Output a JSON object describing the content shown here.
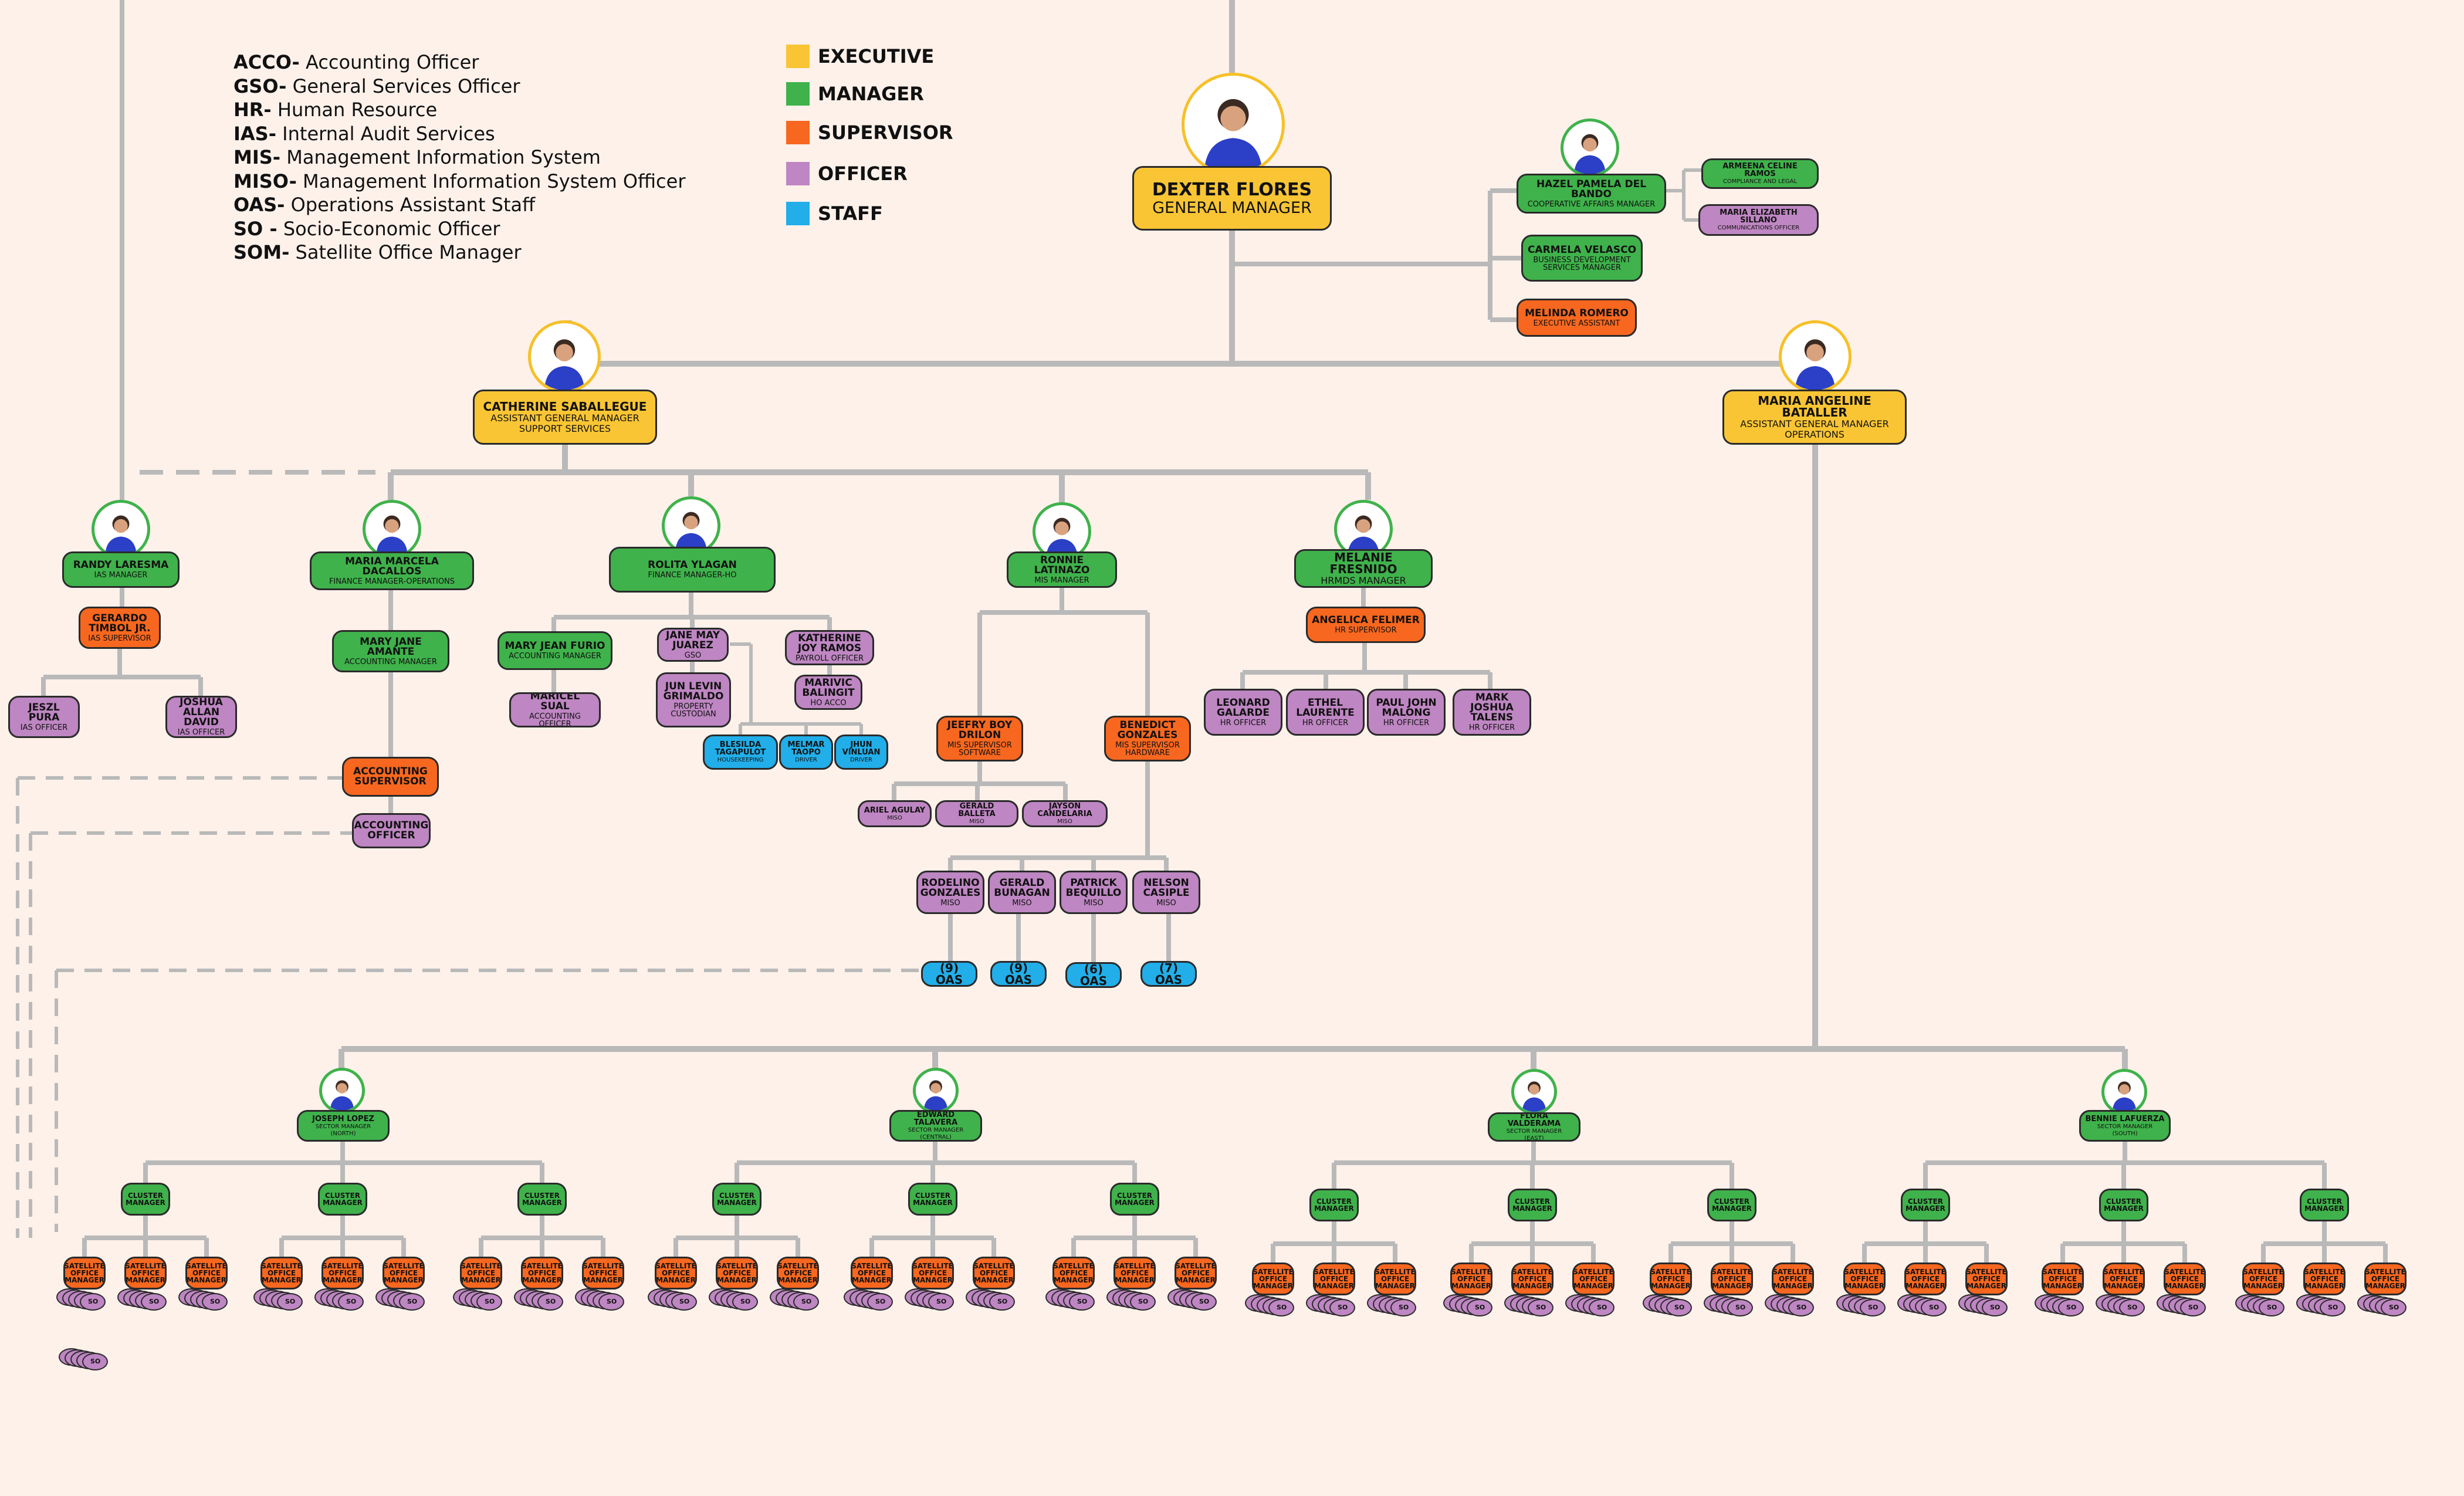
{
  "legend": [
    {
      "abbr": "ACCO-",
      "text": " Accounting Officer"
    },
    {
      "abbr": "GSO-",
      "text": " General Services Officer"
    },
    {
      "abbr": "HR-",
      "text": " Human Resource"
    },
    {
      "abbr": "IAS-",
      "text": " Internal Audit Services"
    },
    {
      "abbr": "MIS-",
      "text": " Management Information System"
    },
    {
      "abbr": "MISO-",
      "text": " Management Information System Officer"
    },
    {
      "abbr": "OAS-",
      "text": " Operations Assistant Staff"
    },
    {
      "abbr": "SO -",
      "text": " Socio-Economic Officer"
    },
    {
      "abbr": "SOM-",
      "text": " Satellite Office Manager"
    }
  ],
  "colors": {
    "executive": "#f9c534",
    "manager": "#3fb24b",
    "supervisor": "#f7671f",
    "officer": "#be86c2",
    "staff": "#21aee9",
    "lines": "#b9b9b9",
    "background": "#fdf1ea"
  },
  "color_key": [
    {
      "label": "EXECUTIVE",
      "color": "#f9c534"
    },
    {
      "label": "MANAGER",
      "color": "#3fb24b"
    },
    {
      "label": "SUPERVISOR",
      "color": "#f7671f"
    },
    {
      "label": "OFFICER",
      "color": "#be86c2"
    },
    {
      "label": "STAFF",
      "color": "#21aee9"
    }
  ],
  "gm": {
    "name": "DEXTER FLORES",
    "title": "GENERAL MANAGER"
  },
  "gm_staff": {
    "hazel": {
      "name": "HAZEL PAMELA DEL BANDO",
      "title": "COOPERATIVE AFFAIRS MANAGER"
    },
    "carmela": {
      "name": "CARMELA VELASCO",
      "title": "BUSINESS DEVELOPMENT SERVICES MANAGER"
    },
    "melinda": {
      "name": "MELINDA ROMERO",
      "title": "EXECUTIVE ASSISTANT"
    },
    "armeena": {
      "name": "ARMEENA CELINE RAMOS",
      "title": "COMPLIANCE AND LEGAL"
    },
    "maria_e": {
      "name": "MARIA ELIZABETH SILLANO",
      "title": "COMMUNICATIONS OFFICER"
    }
  },
  "agm_support": {
    "name": "CATHERINE SABALLEGUE",
    "title": "ASSISTANT GENERAL MANAGER",
    "title2": "SUPPORT SERVICES"
  },
  "agm_ops": {
    "name": "MARIA ANGELINE BATALLER",
    "title": "ASSISTANT GENERAL MANAGER",
    "title2": "OPERATIONS"
  },
  "ias": {
    "manager": {
      "name": "RANDY LARESMA",
      "title": "IAS MANAGER"
    },
    "supervisor": {
      "name": "GERARDO TIMBOL JR.",
      "title": "IAS SUPERVISOR"
    },
    "officer1": {
      "name": "JESZL PURA",
      "title": "IAS OFFICER"
    },
    "officer2": {
      "name": "JOSHUA ALLAN DAVID",
      "title": "IAS OFFICER"
    }
  },
  "fin_ops": {
    "manager": {
      "name": "MARIA MARCELA DACALLOS",
      "title": "FINANCE MANAGER-OPERATIONS"
    },
    "acct_mgr": {
      "name": "MARY JANE AMANTE",
      "title": "ACCOUNTING MANAGER"
    },
    "acct_sup": {
      "name": "ACCOUNTING SUPERVISOR"
    },
    "acct_off": {
      "name": "ACCOUNTING OFFICER"
    }
  },
  "fin_ho": {
    "manager": {
      "name": "ROLITA YLAGAN",
      "title": "FINANCE MANAGER-HO"
    },
    "mary_jean": {
      "name": "MARY JEAN FURIO",
      "title": "ACCOUNTING MANAGER"
    },
    "maricel": {
      "name": "MARICEL SUAL",
      "title": "ACCOUNTING OFFICER"
    },
    "jane_may": {
      "name": "JANE MAY JUAREZ",
      "title": "GSO"
    },
    "jun_levin": {
      "name": "JUN LEVIN GRIMALDO",
      "title": "PROPERTY CUSTODIAN"
    },
    "katherine": {
      "name": "KATHERINE JOY RAMOS",
      "title": "PAYROLL OFFICER"
    },
    "marivic": {
      "name": "MARIVIC BALINGIT",
      "title": "HO ACCO"
    },
    "blesilda": {
      "name": "BLESILDA TAGAPULOT",
      "title": "HOUSEKEEPING"
    },
    "melmar": {
      "name": "MELMAR TAOPO",
      "title": "DRIVER"
    },
    "jhun": {
      "name": "JHUN VINLUAN",
      "title": "DRIVER"
    }
  },
  "mis": {
    "manager": {
      "name": "RONNIE LATINAZO",
      "title": "MIS MANAGER"
    },
    "jeefry": {
      "name": "JEEFRY BOY DRILON",
      "title": "MIS SUPERVISOR SOFTWARE"
    },
    "benedict": {
      "name": "BENEDICT GONZALES",
      "title": "MIS SUPERVISOR HARDWARE"
    },
    "ariel": {
      "name": "ARIEL AGULAY",
      "title": "MISO"
    },
    "gerald_b": {
      "name": "GERALD BALLETA",
      "title": "MISO"
    },
    "jayson": {
      "name": "JAYSON CANDELARIA",
      "title": "MISO"
    },
    "rodelino": {
      "name": "RODELINO GONZALES",
      "title": "MISO"
    },
    "gerald_bu": {
      "name": "GERALD BUNAGAN",
      "title": "MISO"
    },
    "patrick": {
      "name": "PATRICK BEQUILLO",
      "title": "MISO"
    },
    "nelson": {
      "name": "NELSON CASIPLE",
      "title": "MISO"
    },
    "oas": [
      "(9) OAS",
      "(9) OAS",
      "(6) OAS",
      "(7) OAS"
    ]
  },
  "hr": {
    "manager": {
      "name": "MELANIE FRESNIDO",
      "title": "HRMDS MANAGER"
    },
    "supervisor": {
      "name": "ANGELICA FELIMER",
      "title": "HR SUPERVISOR"
    },
    "leonard": {
      "name": "LEONARD GALARDE",
      "title": "HR OFFICER"
    },
    "ethel": {
      "name": "ETHEL LAURENTE",
      "title": "HR OFFICER"
    },
    "paul": {
      "name": "PAUL JOHN MALONG",
      "title": "HR OFFICER"
    },
    "mark": {
      "name": "MARK JOSHUA TALENS",
      "title": "HR OFFICER"
    }
  },
  "sectors": [
    {
      "name": "JOSEPH LOPEZ",
      "title": "SECTOR MANAGER",
      "area": "(NORTH)"
    },
    {
      "name": "EDWARD TALAVERA",
      "title": "SECTOR MANAGER",
      "area": "(CENTRAL)"
    },
    {
      "name": "FLORA VALDERAMA",
      "title": "SECTOR MANAGER",
      "area": "(EAST)"
    },
    {
      "name": "BENNIE LAFUERZA",
      "title": "SECTOR MANAGER",
      "area": "(SOUTH)"
    }
  ],
  "cluster_label": "CLUSTER MANAGER",
  "satellite_label": "SATELLITE OFFICE MANAGER",
  "so_label": "SO"
}
